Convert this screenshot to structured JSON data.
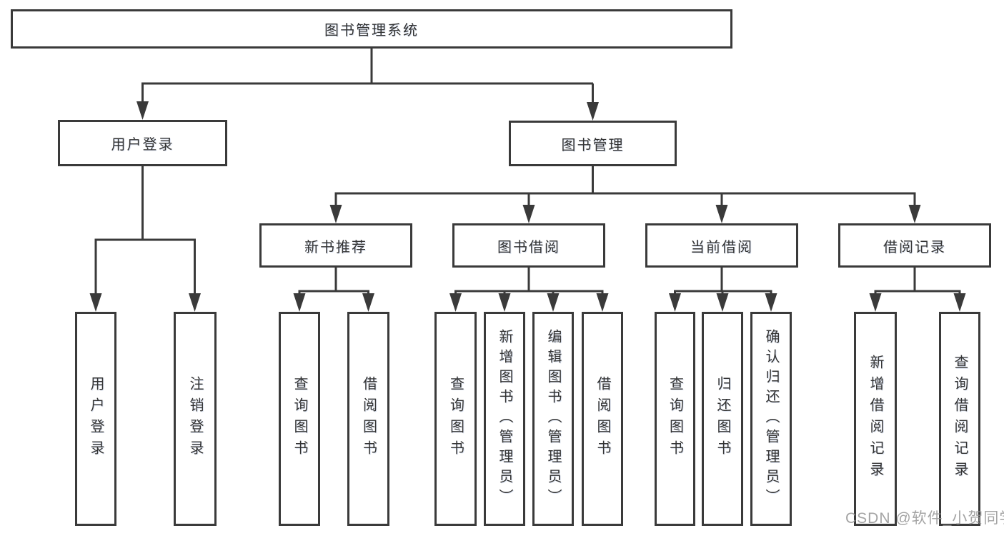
{
  "diagram": {
    "root": {
      "label": "图书管理系统"
    },
    "level2": [
      {
        "label": "用户登录",
        "children": [
          {
            "label": "用户登录"
          },
          {
            "label": "注销登录"
          }
        ]
      },
      {
        "label": "图书管理",
        "children": [
          {
            "label": "新书推荐",
            "children": [
              {
                "label": "查询图书"
              },
              {
                "label": "借阅图书"
              }
            ]
          },
          {
            "label": "图书借阅",
            "children": [
              {
                "label": "查询图书"
              },
              {
                "label": "新增图书（管理员）"
              },
              {
                "label": "编辑图书（管理员）"
              },
              {
                "label": "借阅图书"
              }
            ]
          },
          {
            "label": "当前借阅",
            "children": [
              {
                "label": "查询图书"
              },
              {
                "label": "归还图书"
              },
              {
                "label": "确认归还（管理员）"
              }
            ]
          },
          {
            "label": "借阅记录",
            "children": [
              {
                "label": "新增借阅记录"
              },
              {
                "label": "查询借阅记录"
              }
            ]
          }
        ]
      }
    ]
  },
  "watermark": {
    "text": "CSDN @软件_小贺同学"
  },
  "colors": {
    "line": "#3a3a3a",
    "box_border": "#3a3a3a",
    "text": "#333333",
    "background": "#ffffff",
    "watermark": "#949494"
  }
}
